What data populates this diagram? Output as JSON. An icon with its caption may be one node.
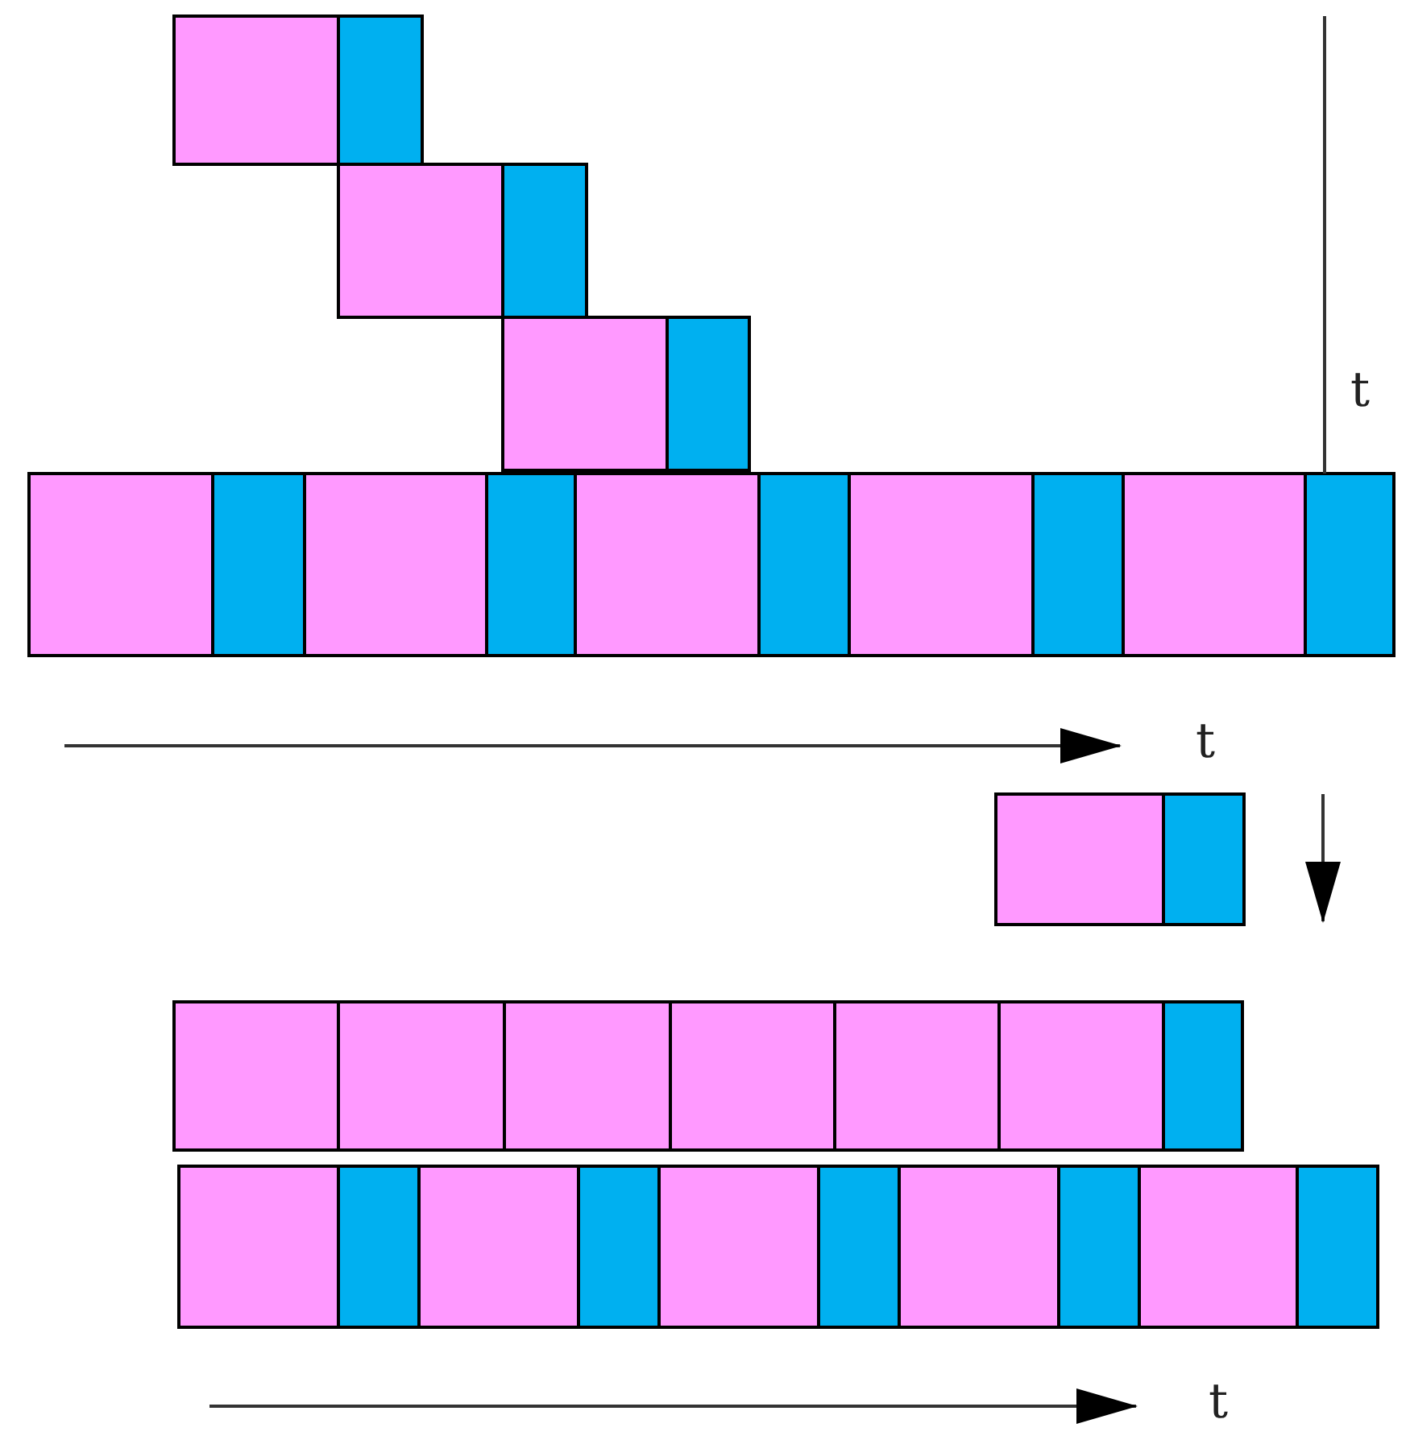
{
  "diagram": {
    "labels": [
      "t",
      "t",
      "t"
    ]
  }
}
